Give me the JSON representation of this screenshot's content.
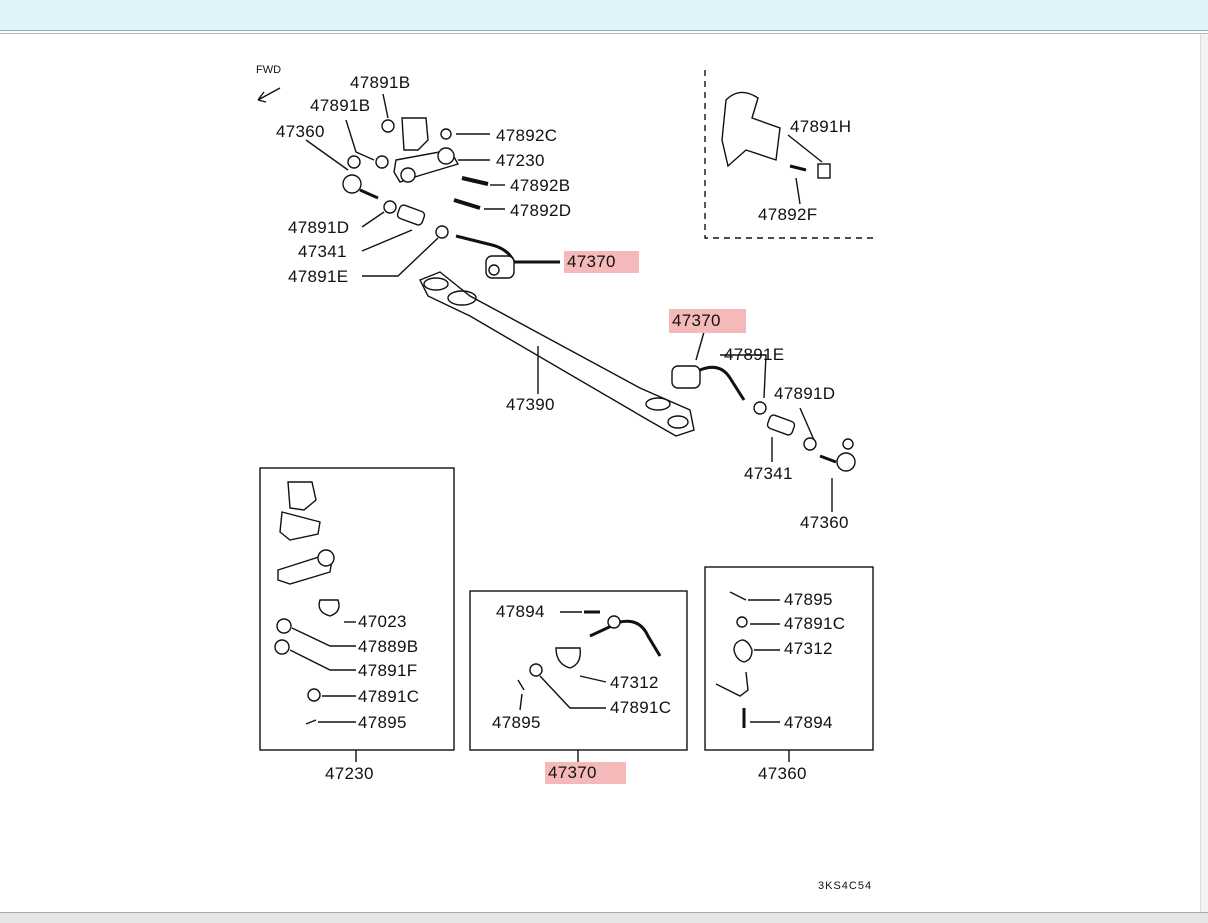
{
  "diagram": {
    "direction_label": "FWD",
    "drawing_code": "3KS4C54",
    "callouts": {
      "p47891b_1": "47891B",
      "p47891b_2": "47891B",
      "p47360_1": "47360",
      "p47892c": "47892C",
      "p47230": "47230",
      "p47892b": "47892B",
      "p47892d": "47892D",
      "p47891d_1": "47891D",
      "p47341_1": "47341",
      "p47891e_1": "47891E",
      "p47370_1": "47370",
      "p47891h": "47891H",
      "p47892f": "47892F",
      "p47370_2": "47370",
      "p47891e_2": "47891E",
      "p47891d_2": "47891D",
      "p47390": "47390",
      "p47341_2": "47341",
      "p47360_2": "47360"
    },
    "insets": {
      "idler_arm": {
        "title": "47230",
        "parts": [
          "47023",
          "47889B",
          "47891F",
          "47891C",
          "47895"
        ]
      },
      "tie_rod": {
        "title": "47370",
        "parts": [
          "47894",
          "47312",
          "47891C",
          "47895"
        ]
      },
      "tie_rod_end": {
        "title": "47360",
        "parts": [
          "47895",
          "47891C",
          "47312",
          "47894"
        ]
      }
    },
    "highlight_color": "#f6b9b9"
  }
}
